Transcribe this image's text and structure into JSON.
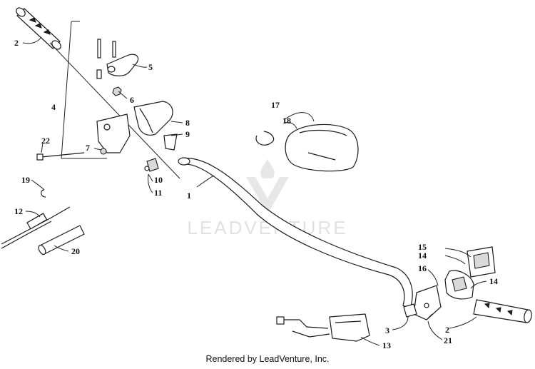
{
  "diagram": {
    "watermark": "LEADVENTURE",
    "footer": "Rendered by LeadVenture, Inc.",
    "callouts": [
      {
        "id": "c1",
        "label": "1"
      },
      {
        "id": "c2a",
        "label": "2"
      },
      {
        "id": "c2b",
        "label": "2"
      },
      {
        "id": "c3",
        "label": "3"
      },
      {
        "id": "c4",
        "label": "4"
      },
      {
        "id": "c5",
        "label": "5"
      },
      {
        "id": "c6",
        "label": "6"
      },
      {
        "id": "c7",
        "label": "7"
      },
      {
        "id": "c8",
        "label": "8"
      },
      {
        "id": "c9",
        "label": "9"
      },
      {
        "id": "c10",
        "label": "10"
      },
      {
        "id": "c11",
        "label": "11"
      },
      {
        "id": "c12",
        "label": "12"
      },
      {
        "id": "c13",
        "label": "13"
      },
      {
        "id": "c14a",
        "label": "14"
      },
      {
        "id": "c14b",
        "label": "14"
      },
      {
        "id": "c15",
        "label": "15"
      },
      {
        "id": "c16",
        "label": "16"
      },
      {
        "id": "c17",
        "label": "17"
      },
      {
        "id": "c18",
        "label": "18"
      },
      {
        "id": "c19",
        "label": "19"
      },
      {
        "id": "c20",
        "label": "20"
      },
      {
        "id": "c21",
        "label": "21"
      },
      {
        "id": "c22",
        "label": "22"
      }
    ]
  }
}
